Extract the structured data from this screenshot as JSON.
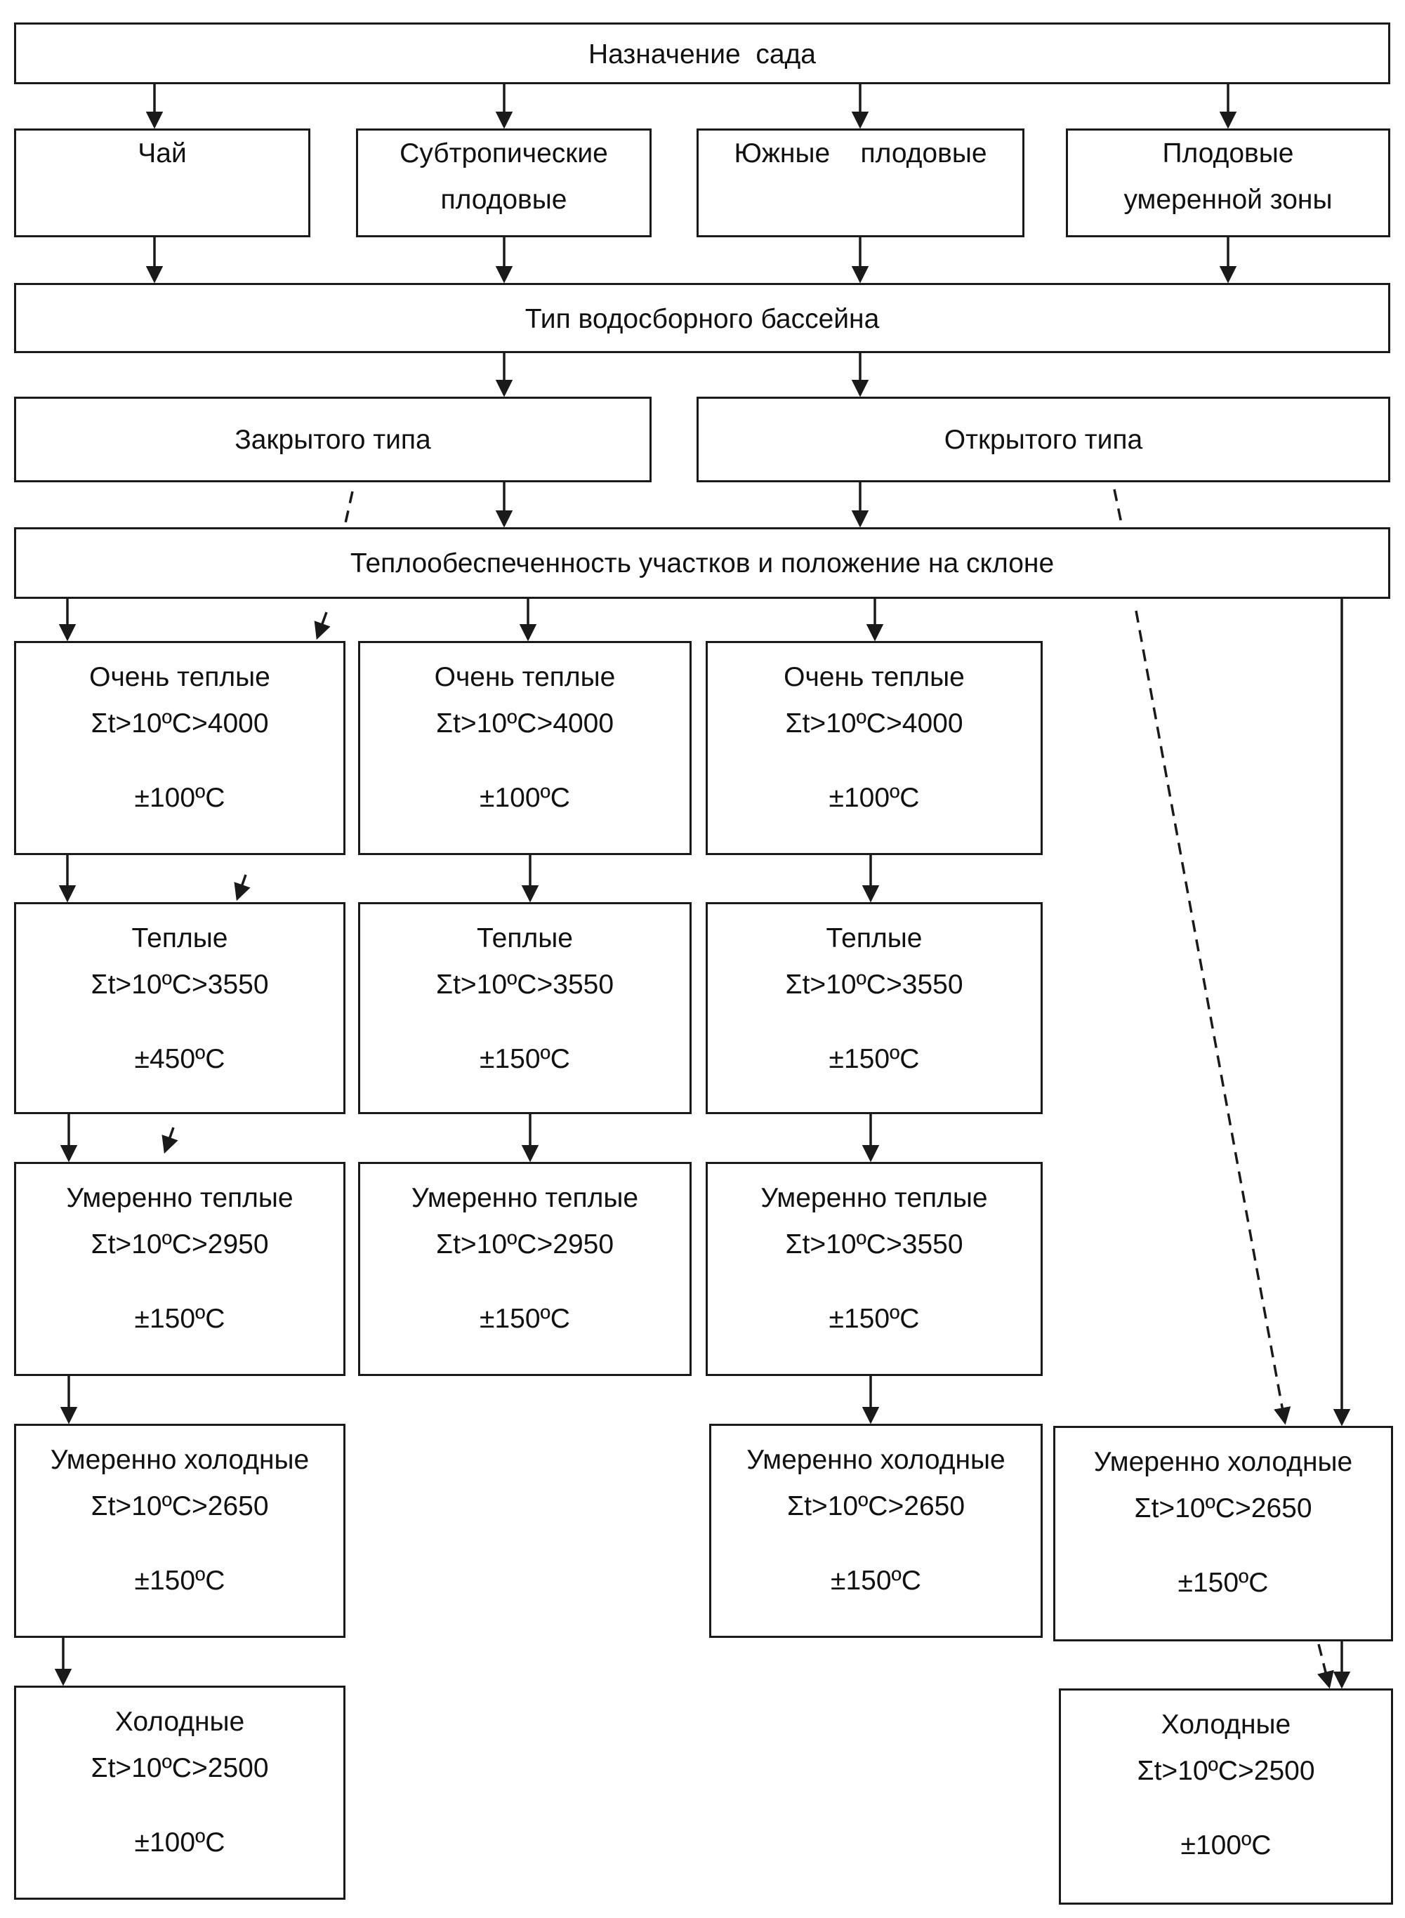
{
  "title": "Назначение  сада",
  "purposes": [
    [
      "Чай"
    ],
    [
      "Субтропические",
      "плодовые"
    ],
    [
      "Южные    плодовые"
    ],
    [
      "Плодовые",
      "умеренной зоны"
    ]
  ],
  "basin": {
    "title": "Тип водосборного бассейна",
    "types": [
      "Закрытого типа",
      "Открытого типа"
    ]
  },
  "heat": {
    "title": "Теплообеспеченность участков и положение на склоне",
    "col1": [
      {
        "name": "Очень теплые",
        "sum": "Σt>10ºC>4000",
        "tol": "±100ºC"
      },
      {
        "name": "Теплые",
        "sum": "Σt>10ºC>3550",
        "tol": "±450ºC"
      },
      {
        "name": "Умеренно теплые",
        "sum": "Σt>10ºC>2950",
        "tol": "±150ºC"
      },
      {
        "name": "Умеренно холодные",
        "sum": "Σt>10ºC>2650",
        "tol": "±150ºC"
      },
      {
        "name": "Холодные",
        "sum": "Σt>10ºC>2500",
        "tol": "±100ºC"
      }
    ],
    "col2": [
      {
        "name": "Очень теплые",
        "sum": "Σt>10ºC>4000",
        "tol": "±100ºC"
      },
      {
        "name": "Теплые",
        "sum": "Σt>10ºC>3550",
        "tol": "±150ºC"
      },
      {
        "name": "Умеренно теплые",
        "sum": "Σt>10ºC>2950",
        "tol": "±150ºC"
      }
    ],
    "col3": [
      {
        "name": "Очень теплые",
        "sum": "Σt>10ºC>4000",
        "tol": "±100ºC"
      },
      {
        "name": "Теплые",
        "sum": "Σt>10ºC>3550",
        "tol": "±150ºC"
      },
      {
        "name": "Умеренно теплые",
        "sum": "Σt>10ºC>3550",
        "tol": "±150ºC"
      },
      {
        "name": "Умеренно холодные",
        "sum": "Σt>10ºC>2650",
        "tol": "±150ºC"
      }
    ],
    "col4": [
      {
        "name": "Умеренно холодные",
        "sum": "Σt>10ºC>2650",
        "tol": "±150ºC"
      },
      {
        "name": "Холодные",
        "sum": "Σt>10ºC>2500",
        "tol": "±100ºC"
      }
    ]
  }
}
